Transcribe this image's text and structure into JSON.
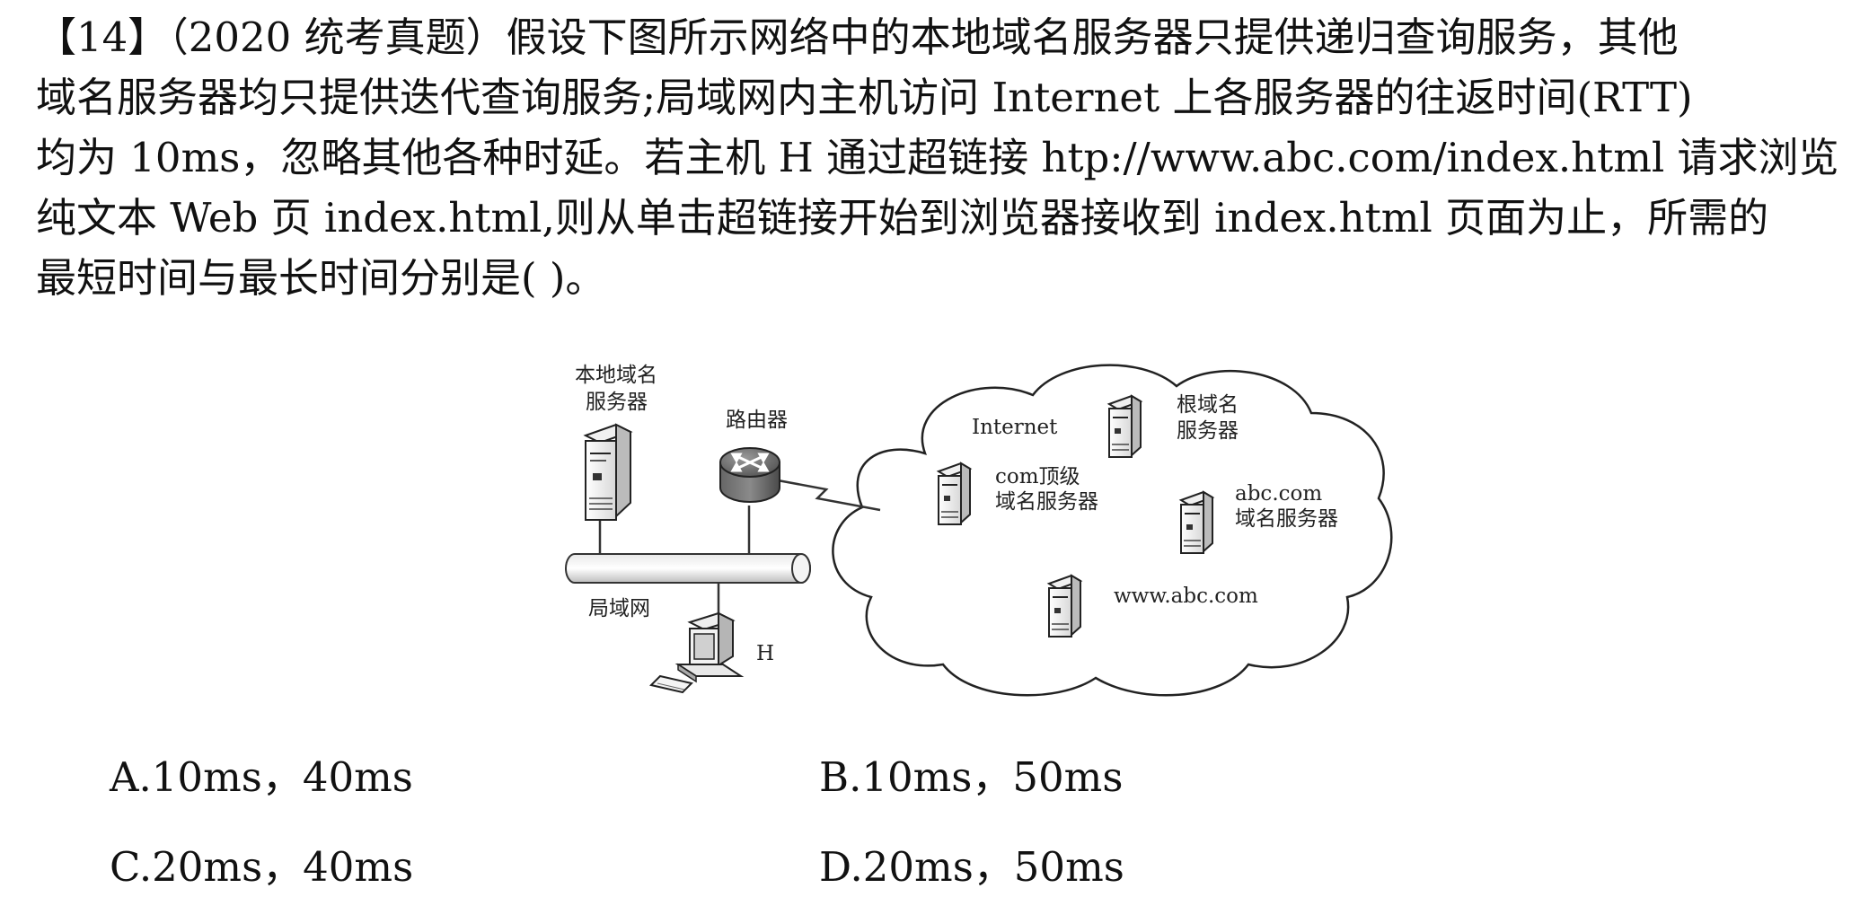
{
  "question": {
    "lines": [
      "【14】（2020 统考真题）假设下图所示网络中的本地域名服务器只提供递归查询服务，其他",
      "域名服务器均只提供迭代查询服务;局域网内主机访问 Internet 上各服务器的往返时间(RTT)",
      "均为 10ms，忽略其他各种时延。若主机 H 通过超链接 htp://www.abc.com/index.html 请求浏览",
      "纯文本 Web 页 index.html,则从单击超链接开始到浏览器接收到 index.html 页面为止，所需的",
      "最短时间与最长时间分别是(      )。"
    ]
  },
  "diagram": {
    "local_dns": [
      "本地域名",
      "服务器"
    ],
    "router": "路由器",
    "internet": "Internet",
    "root_dns": [
      "根域名",
      "服务器"
    ],
    "com_dns": [
      "com顶级",
      "域名服务器"
    ],
    "abc_dns": [
      "abc.com",
      "域名服务器"
    ],
    "www": "www.abc.com",
    "lan": "局域网",
    "host": "H"
  },
  "options": {
    "a": "A.10ms，40ms",
    "b": "B.10ms，50ms",
    "c": "C.20ms，40ms",
    "d": "D.20ms，50ms"
  }
}
